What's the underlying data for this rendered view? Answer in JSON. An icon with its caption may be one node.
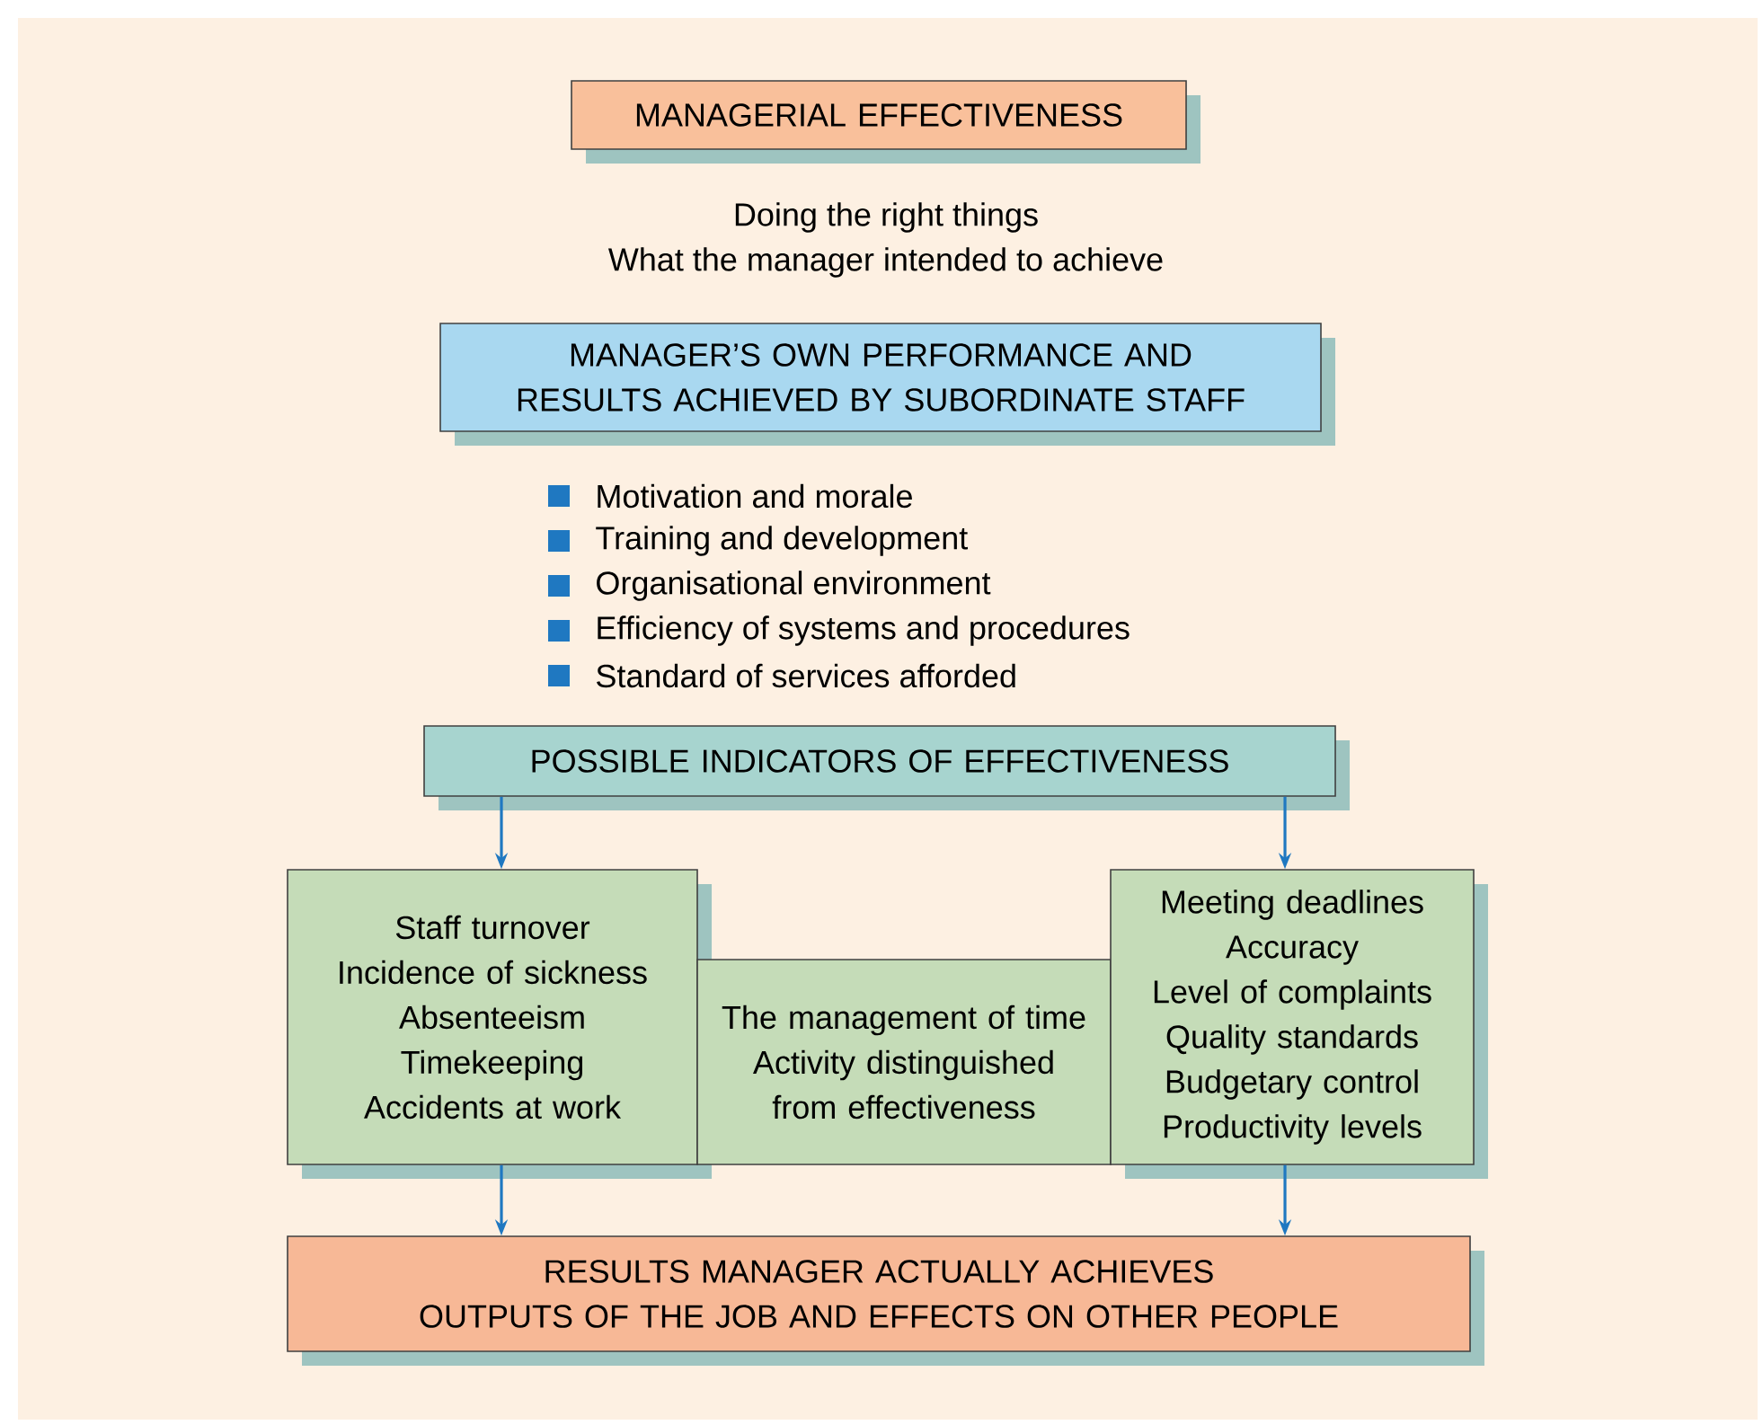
{
  "diagram": {
    "nodes": [
      {
        "text": [
          "MANAGERIAL EFFECTIVENESS"
        ]
      },
      {
        "text": [
          "MANAGER’S OWN PERFORMANCE AND RESULTS ACHIEVED BY SUBORDINATE STAFF"
        ]
      },
      {
        "text": [
          "POSSIBLE INDICATORS OF EFFECTIVENESS"
        ]
      },
      {
        "text": [
          "Staff turnover",
          "Incidence of sickness",
          "Absenteeism",
          "Timekeeping",
          "Accidents at work"
        ]
      },
      {
        "text": [
          "The management of time",
          "Activity distinguished from effectiveness"
        ]
      },
      {
        "text": [
          "Meeting deadlines",
          "Accuracy",
          "Level of complaints",
          "Quality standards",
          "Budgetary control",
          "Productivity levels"
        ]
      },
      {
        "text": [
          "RESULTS MANAGER ACTUALLY ACHIEVES",
          "OUTPUTS OF THE JOB AND EFFECTS ON OTHER PEOPLE"
        ]
      }
    ],
    "edges": [
      {
        "from": 2,
        "to": 3,
        "arrow": "to"
      },
      {
        "from": 2,
        "to": 5,
        "arrow": "to"
      },
      {
        "from": 3,
        "to": 6,
        "arrow": "to"
      },
      {
        "from": 5,
        "to": 6,
        "arrow": "to"
      }
    ],
    "labels": [
      "Doing the right things",
      "What the manager intended to achieve",
      "Motivation and morale",
      "Training and development",
      "Organisational environment",
      "Efficiency of systems and procedures",
      "Standard of services afforded"
    ]
  }
}
